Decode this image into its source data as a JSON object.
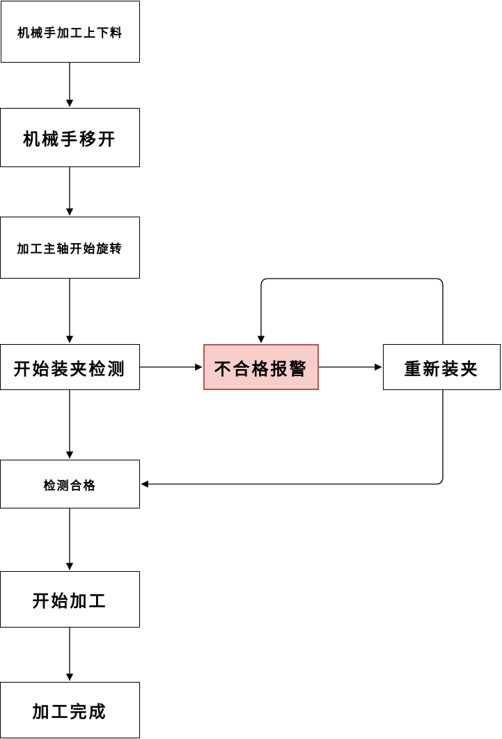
{
  "diagram": {
    "type": "flowchart",
    "description": "Machining process flow with clamping-inspection feedback loop"
  },
  "colors": {
    "canvas_bg": "#ffffff",
    "box_fill": "#ffffff",
    "box_stroke": "#000000",
    "alert_fill": "#f8cecc",
    "alert_stroke": "#b85450",
    "edge_color": "#000000",
    "text_color": "#000000"
  },
  "nodes": {
    "robot_load": {
      "label": "机械手加工上下料"
    },
    "robot_move_away": {
      "label": "机械手移开"
    },
    "spindle_start": {
      "label": "加工主轴开始旋转"
    },
    "clamp_check": {
      "label": "开始装夹检测"
    },
    "fail_alarm": {
      "label": "不合格报警"
    },
    "reclamp": {
      "label": "重新装夹"
    },
    "check_pass": {
      "label": "检测合格"
    },
    "start_machining": {
      "label": "开始加工"
    },
    "machining_done": {
      "label": "加工完成"
    }
  },
  "edges": [
    {
      "from": "robot_load",
      "to": "robot_move_away"
    },
    {
      "from": "robot_move_away",
      "to": "spindle_start"
    },
    {
      "from": "spindle_start",
      "to": "clamp_check"
    },
    {
      "from": "clamp_check",
      "to": "fail_alarm"
    },
    {
      "from": "fail_alarm",
      "to": "reclamp"
    },
    {
      "from": "reclamp",
      "to": "fail_alarm"
    },
    {
      "from": "reclamp",
      "to": "check_pass"
    },
    {
      "from": "clamp_check",
      "to": "check_pass"
    },
    {
      "from": "check_pass",
      "to": "start_machining"
    },
    {
      "from": "start_machining",
      "to": "machining_done"
    }
  ]
}
